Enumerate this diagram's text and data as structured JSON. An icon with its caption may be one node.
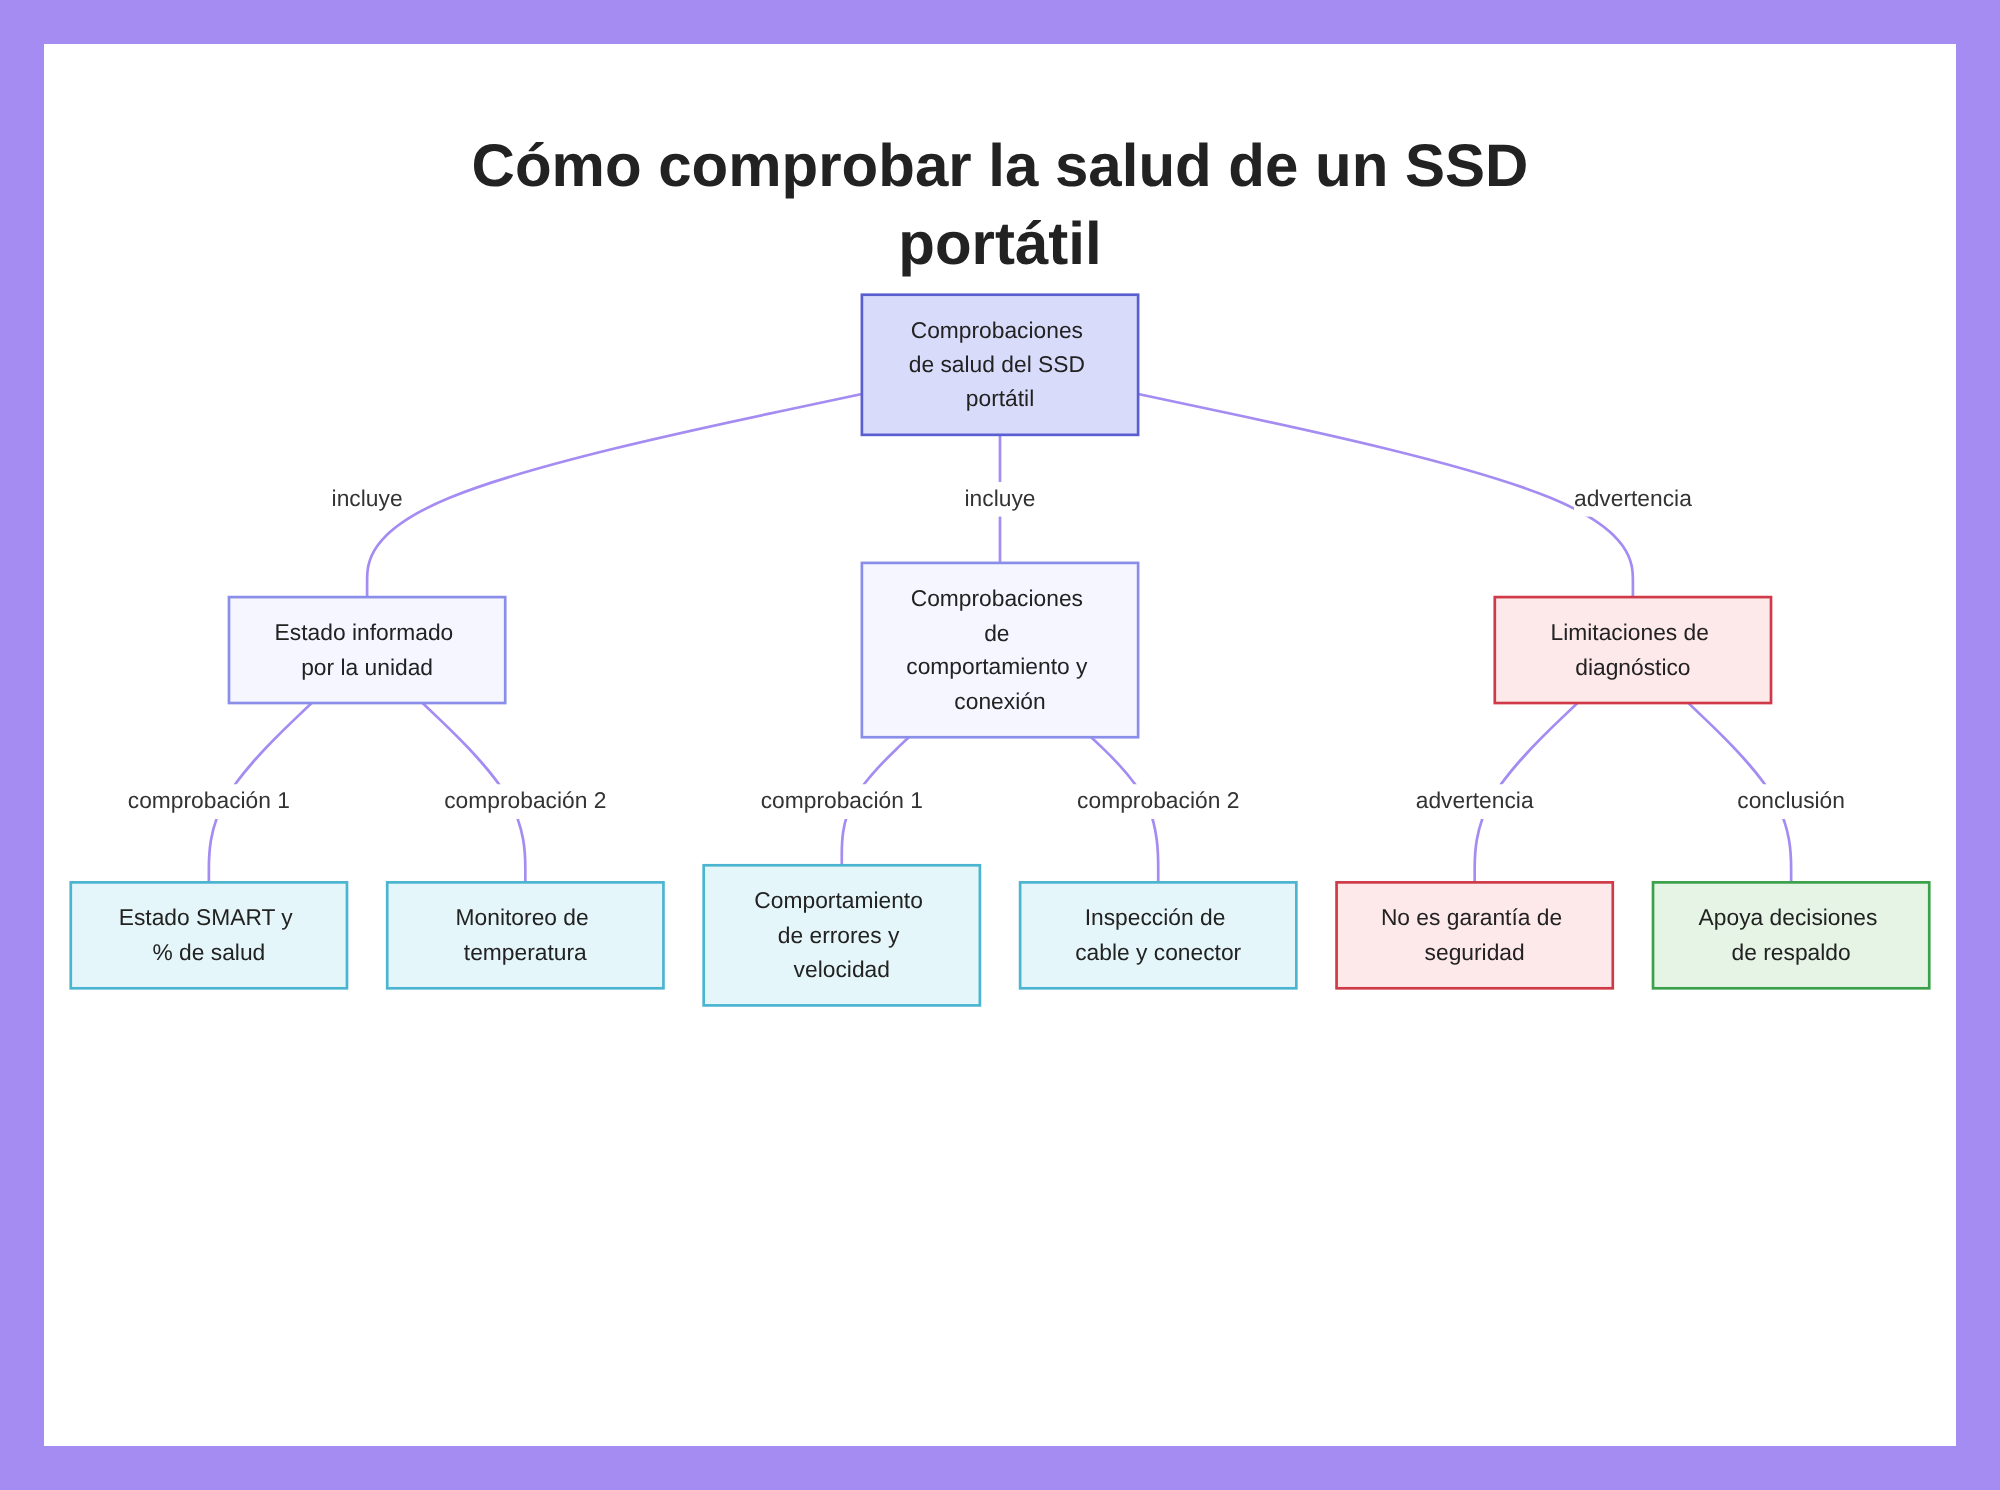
{
  "diagram": {
    "title": "Cómo comprobar la salud de un SSD portátil",
    "nodes": [
      {
        "text": [
          "Comprobaciones de salud del SSD portátil"
        ]
      },
      {
        "text": [
          "Estado informado por la unidad"
        ]
      },
      {
        "text": [
          "Comprobaciones de comportamiento y conexión"
        ]
      },
      {
        "text": [
          "Limitaciones de diagnóstico"
        ]
      },
      {
        "text": [
          "Estado SMART y % de salud"
        ]
      },
      {
        "text": [
          "Monitoreo de temperatura"
        ]
      },
      {
        "text": [
          "Comportamiento de errores y velocidad"
        ]
      },
      {
        "text": [
          "Inspección de cable y conector"
        ]
      },
      {
        "text": [
          "No es garantía de seguridad"
        ]
      },
      {
        "text": [
          "Apoya decisiones de respaldo"
        ]
      }
    ],
    "edges": [
      {
        "from": 0,
        "to": 1,
        "arrow": "none",
        "label": "incluye"
      },
      {
        "from": 0,
        "to": 2,
        "arrow": "none",
        "label": "incluye"
      },
      {
        "from": 0,
        "to": 3,
        "arrow": "none",
        "label": "advertencia"
      },
      {
        "from": 1,
        "to": 4,
        "arrow": "none",
        "label": "comprobación 1"
      },
      {
        "from": 1,
        "to": 5,
        "arrow": "none",
        "label": "comprobación 2"
      },
      {
        "from": 2,
        "to": 6,
        "arrow": "none",
        "label": "comprobación 1"
      },
      {
        "from": 2,
        "to": 7,
        "arrow": "none",
        "label": "comprobación 2"
      },
      {
        "from": 3,
        "to": 8,
        "arrow": "none",
        "label": "advertencia"
      },
      {
        "from": 3,
        "to": 9,
        "arrow": "none",
        "label": "conclusión"
      }
    ]
  }
}
